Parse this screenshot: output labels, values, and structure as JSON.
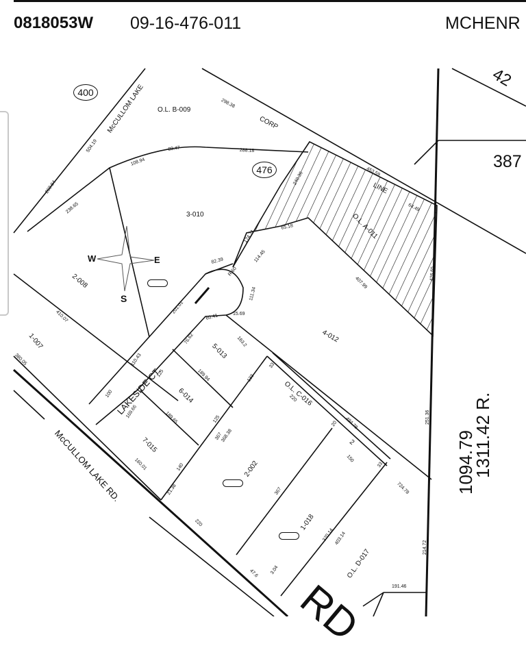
{
  "header": {
    "pin": "0818053W",
    "parcel_id": "09-16-476-011",
    "township": "MCHENR"
  },
  "map": {
    "block_circles": [
      "400",
      "476"
    ],
    "streets": {
      "mccullom_lake_top": "McCULLOM LAKE",
      "corp": "CORP",
      "line": "LINE",
      "lakeside_ct": "LAKESIDE CT.",
      "mccullom_lake_rd": "McCULLOM LAKE RD.",
      "rd_large": "RD"
    },
    "lots": {
      "olb": "O.L. B-009",
      "lot3": "3-010",
      "lot2": "2-008",
      "ola": "O.L. A-011",
      "lot1": "1-007",
      "lot4": "4-012",
      "lot5": "5-013",
      "lot6": "6-014",
      "lot7": "7-015",
      "olc": "O.L. C-016",
      "lot2b": "2-002",
      "lot1b": "1-018",
      "old": "O.L. D-017",
      "lot2_small": "2"
    },
    "neighbors": {
      "n42": "42",
      "n387": "387"
    },
    "compass": {
      "w": "W",
      "e": "E",
      "s": "S"
    },
    "section_dims": {
      "a": "1094.79",
      "b": "1311.42 R."
    },
    "dims": {
      "d1": "504.19",
      "d2": "263.84",
      "d3": "238.65",
      "d4": "108.94",
      "d5": "83.47",
      "d6": "298.38",
      "d7": "288.18",
      "d8": "240.36",
      "d9": "453.59",
      "d10": "64.49",
      "d11": "174.71",
      "d12": "65.18",
      "d13": "114.45",
      "d14": "82.39",
      "d15": "111.34",
      "d16": "407.99",
      "d17": "410.07",
      "d18": "201.01",
      "d19": "15.69",
      "d20": "60.41",
      "d21": "76.62",
      "d22": "163.2",
      "d23": "380.05",
      "d24": "110.43",
      "d25": "100",
      "d26": "125",
      "d27": "189.94",
      "d28": "133",
      "d29": "33",
      "d30": "169.66",
      "d31": "189.65",
      "d32": "125",
      "d33": "367",
      "d34": "368.38",
      "d35": "160.01",
      "d36": "140",
      "d37": "21.38",
      "d38": "220",
      "d39": "20",
      "d40": "494.78",
      "d41": "150",
      "d42": "33",
      "d43": "724.78",
      "d44": "367",
      "d45": "370.14",
      "d46": "403.14",
      "d47": "214.72",
      "d48": "251.36",
      "d49": "191.46",
      "d50": "47.6",
      "d51": "3.04",
      "d52": "R.60",
      "d53": "426.65"
    }
  },
  "overlay": {
    "side_handle": "side-panel-handle"
  }
}
